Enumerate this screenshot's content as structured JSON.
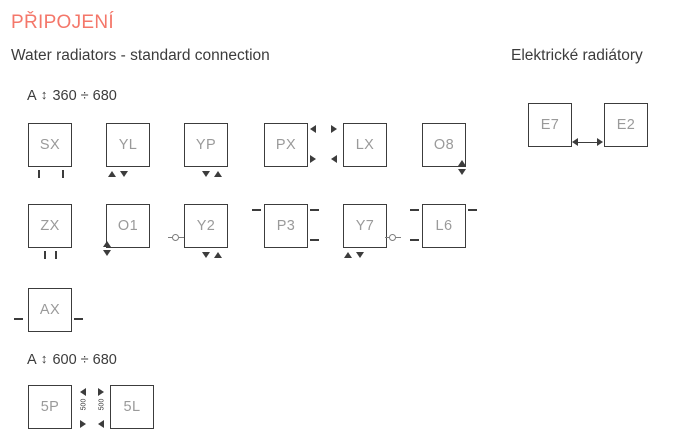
{
  "page": {
    "title": "PŘIPOJENÍ",
    "title_color": "#f4776a",
    "line_color": "#3c3c3c",
    "label_color": "#9a9a9a"
  },
  "sections": {
    "water": {
      "subtitle": "Water radiators - standard connection",
      "groups": [
        {
          "id": "a360",
          "label_prefix": "A",
          "label_glyph": "↕",
          "label_value": "360 ÷ 680",
          "rows": [
            {
              "id": "row-1",
              "boxes": [
                {
                  "code": "SX",
                  "connector": "two-ticks-bottom-wide"
                },
                {
                  "code": "YL",
                  "connector": "tri-up-down-bottom"
                },
                {
                  "code": "YP",
                  "connector": "tri-down-up-bottom"
                },
                {
                  "code": "PX",
                  "connector": "tri-left-right-right-side"
                },
                {
                  "code": "LX",
                  "connector": "tri-right-left-left-side"
                },
                {
                  "code": "O8",
                  "connector": "double-arrow-bottom-right"
                }
              ]
            },
            {
              "id": "row-2",
              "boxes": [
                {
                  "code": "ZX",
                  "connector": "two-ticks-bottom-narrow"
                },
                {
                  "code": "O1",
                  "connector": "double-arrow-bottom-left"
                },
                {
                  "code": "Y2",
                  "connector": "circle-left-tri-bottom"
                },
                {
                  "code": "P3",
                  "connector": "dash-left-top-right-both"
                },
                {
                  "code": "Y7",
                  "connector": "tri-bottom-circle-right"
                },
                {
                  "code": "L6",
                  "connector": "dash-left-both-right-top"
                }
              ]
            },
            {
              "id": "row-3",
              "boxes": [
                {
                  "code": "AX",
                  "connector": "dash-left-bottom-right-bottom"
                }
              ]
            }
          ]
        },
        {
          "id": "a600",
          "label_prefix": "A",
          "label_glyph": "↕",
          "label_value": "600 ÷ 680",
          "rows": [
            {
              "id": "row-4",
              "boxes": [
                {
                  "code": "5P",
                  "connector": "tri-right-side-dim"
                },
                {
                  "code": "5L",
                  "connector": "tri-left-side-dim"
                }
              ]
            }
          ],
          "dimension_labels": [
            "500",
            "500"
          ]
        }
      ]
    },
    "electric": {
      "subtitle": "Elektrické radiátory",
      "boxes": [
        {
          "code": "E7",
          "connector": "arrow-left-bottom-right"
        },
        {
          "code": "E2",
          "connector": "arrow-right-bottom-left"
        }
      ]
    }
  }
}
